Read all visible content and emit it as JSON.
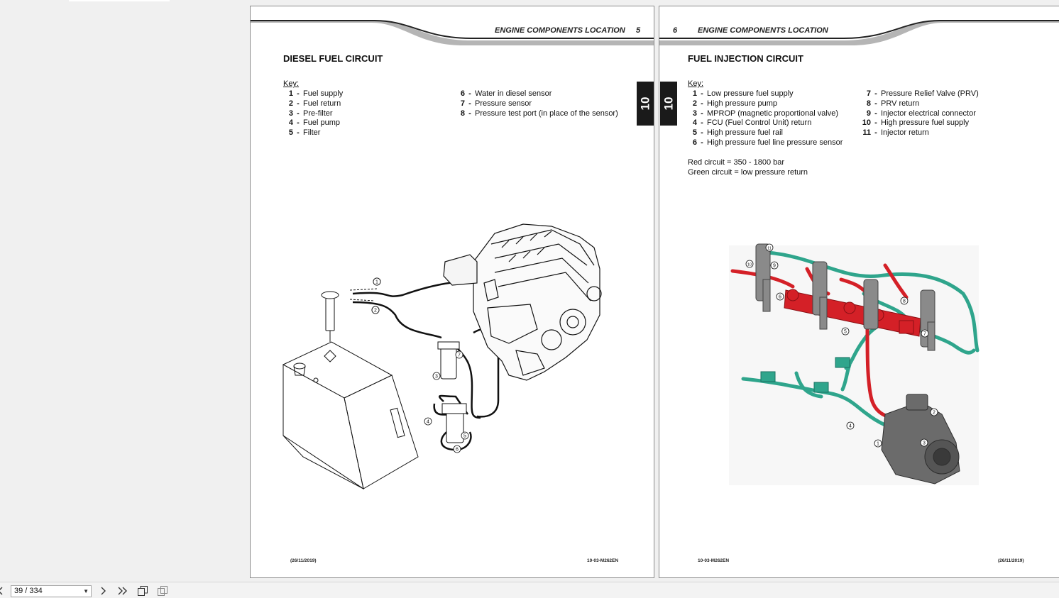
{
  "left_page": {
    "header_title": "ENGINE COMPONENTS LOCATION",
    "page_number": "5",
    "section_title": "DIESEL FUEL CIRCUIT",
    "key_heading": "Key:",
    "key_col1": [
      {
        "num": "1",
        "label": "Fuel supply"
      },
      {
        "num": "2",
        "label": "Fuel return"
      },
      {
        "num": "3",
        "label": "Pre-filter"
      },
      {
        "num": "4",
        "label": "Fuel pump"
      },
      {
        "num": "5",
        "label": "Filter"
      }
    ],
    "key_col2": [
      {
        "num": "6",
        "label": "Water in diesel sensor"
      },
      {
        "num": "7",
        "label": "Pressure sensor"
      },
      {
        "num": "8",
        "label": "Pressure test port (in place of the sensor)"
      }
    ],
    "tab_label": "10",
    "footer_date": "(26/11/2019)",
    "footer_code": "10-03-M262EN"
  },
  "right_page": {
    "header_title": "ENGINE COMPONENTS LOCATION",
    "page_number": "6",
    "section_title": "FUEL INJECTION CIRCUIT",
    "key_heading": "Key:",
    "key_col1": [
      {
        "num": "1",
        "label": "Low pressure fuel supply"
      },
      {
        "num": "2",
        "label": "High pressure pump"
      },
      {
        "num": "3",
        "label": "MPROP (magnetic proportional valve)"
      },
      {
        "num": "4",
        "label": "FCU (Fuel Control Unit) return"
      },
      {
        "num": "5",
        "label": "High pressure fuel rail"
      },
      {
        "num": "6",
        "label": "High pressure fuel line pressure sensor"
      }
    ],
    "key_col2": [
      {
        "num": "7",
        "label": "Pressure Relief Valve (PRV)"
      },
      {
        "num": "8",
        "label": "PRV return"
      },
      {
        "num": "9",
        "label": "Injector electrical connector"
      },
      {
        "num": "10",
        "label": "High pressure fuel supply"
      },
      {
        "num": "11",
        "label": "Injector return"
      }
    ],
    "note_red": "Red circuit = 350 - 1800 bar",
    "note_green": "Green circuit = low pressure return",
    "tab_label": "10",
    "footer_code": "10-03-M262EN",
    "footer_date": "(26/11/2019)"
  },
  "left_callouts": [
    "1",
    "2",
    "3",
    "4",
    "5",
    "6",
    "7"
  ],
  "right_callouts": [
    "1",
    "2",
    "3",
    "4",
    "5",
    "6",
    "7",
    "8",
    "9",
    "10",
    "11"
  ],
  "toolbar": {
    "page_indicator": "39 / 334"
  },
  "colors": {
    "high_pressure": "#d42027",
    "low_pressure": "#2fa58c"
  }
}
